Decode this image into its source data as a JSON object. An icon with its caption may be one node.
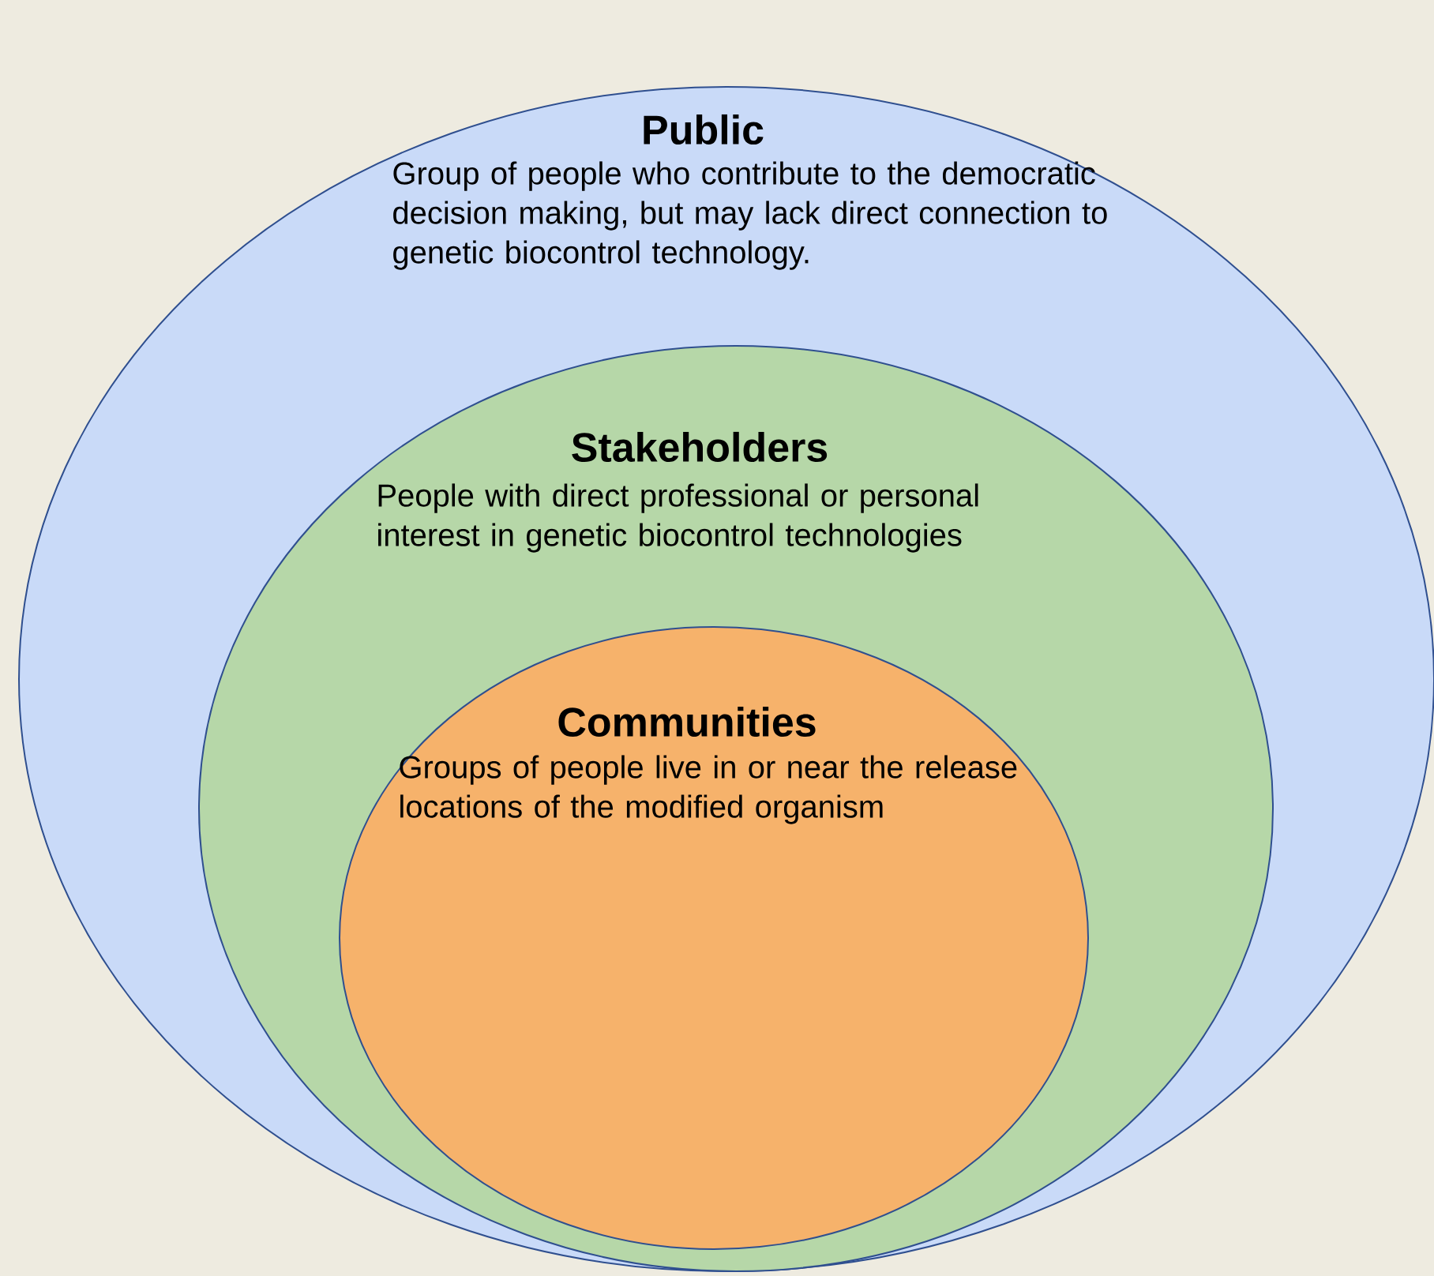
{
  "diagram": {
    "nodes": [
      {
        "text": [
          "Public",
          "Group of people who contribute to the democratic decision making, but may lack direct connection to genetic biocontrol technology."
        ]
      },
      {
        "text": [
          "Stakeholders",
          "People with direct professional or personal interest in genetic biocontrol technologies"
        ],
        "in": 0
      },
      {
        "text": [
          "Communities",
          "Groups of people live in or near the release locations of the modified organism"
        ],
        "in": 1
      }
    ]
  }
}
